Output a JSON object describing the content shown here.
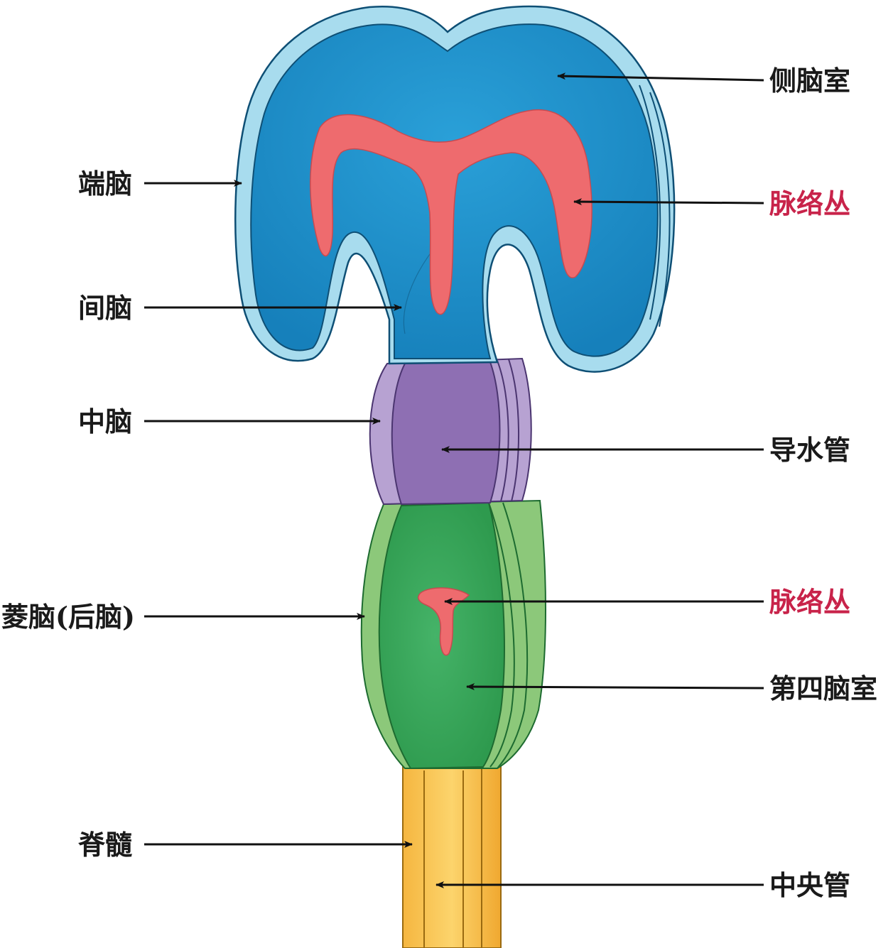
{
  "labels": {
    "lateral_ventricle": "侧脑室",
    "telencephalon": "端脑",
    "choroid_plexus_upper": "脉络丛",
    "diencephalon": "间脑",
    "mesencephalon": "中脑",
    "aqueduct": "导水管",
    "rhombencephalon": "菱脑(后脑)",
    "choroid_plexus_lower": "脉络丛",
    "fourth_ventricle": "第四脑室",
    "spinal_cord": "脊髓",
    "central_canal": "中央管"
  },
  "colors": {
    "forebrain_dark": "#1a8fc8",
    "forebrain_rim": "#a8dcee",
    "midbrain": "#a68cc4",
    "midbrain_dark": "#8e6fb3",
    "hindbrain": "#3aa65a",
    "hindbrain_rim": "#8cc87a",
    "spinal": "#f2b23c",
    "spinal_light": "#fbd36a",
    "plexus": "#ee6b6e",
    "highlight_label": "#c8234a"
  }
}
